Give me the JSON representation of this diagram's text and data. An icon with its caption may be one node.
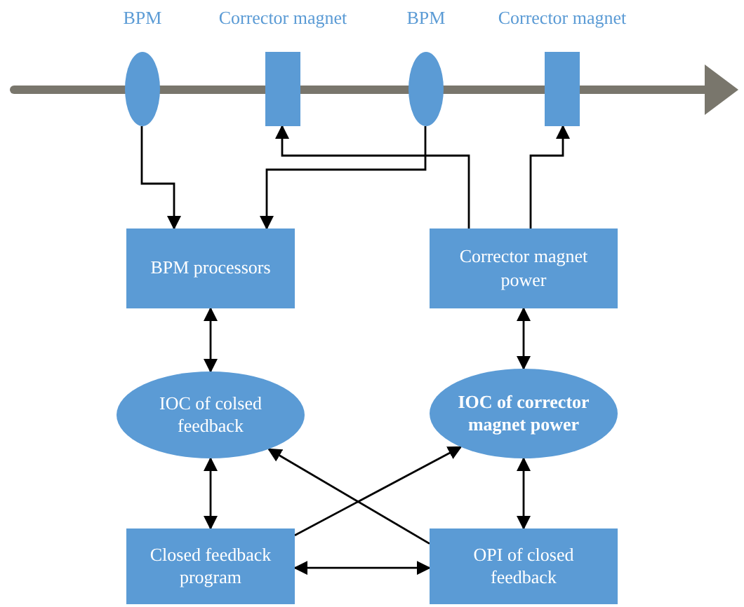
{
  "diagram": {
    "nodes": [
      {
        "text": [
          "BPM"
        ]
      },
      {
        "text": [
          "Corrector magnet"
        ]
      },
      {
        "text": [
          "BPM"
        ]
      },
      {
        "text": [
          "Corrector magnet"
        ]
      },
      {
        "text": [
          "BPM processors"
        ]
      },
      {
        "text": [
          "Corrector magnet power"
        ]
      },
      {
        "text": [
          "IOC of colsed feedback"
        ]
      },
      {
        "text": [
          "IOC of corrector magnet power"
        ]
      },
      {
        "text": [
          "Closed feedback program"
        ]
      },
      {
        "text": [
          "OPI of closed feedback"
        ]
      }
    ],
    "edges": [
      {
        "from": 0,
        "to": 4,
        "arrow": "to"
      },
      {
        "from": 2,
        "to": 4,
        "arrow": "to"
      },
      {
        "from": 5,
        "to": 1,
        "arrow": "to"
      },
      {
        "from": 5,
        "to": 3,
        "arrow": "to"
      },
      {
        "from": 4,
        "to": 6,
        "arrow": "both"
      },
      {
        "from": 5,
        "to": 7,
        "arrow": "both"
      },
      {
        "from": 6,
        "to": 8,
        "arrow": "both"
      },
      {
        "from": 7,
        "to": 9,
        "arrow": "both"
      },
      {
        "from": 8,
        "to": 7,
        "arrow": "to"
      },
      {
        "from": 9,
        "to": 6,
        "arrow": "to"
      },
      {
        "from": 8,
        "to": 9,
        "arrow": "both"
      }
    ]
  }
}
